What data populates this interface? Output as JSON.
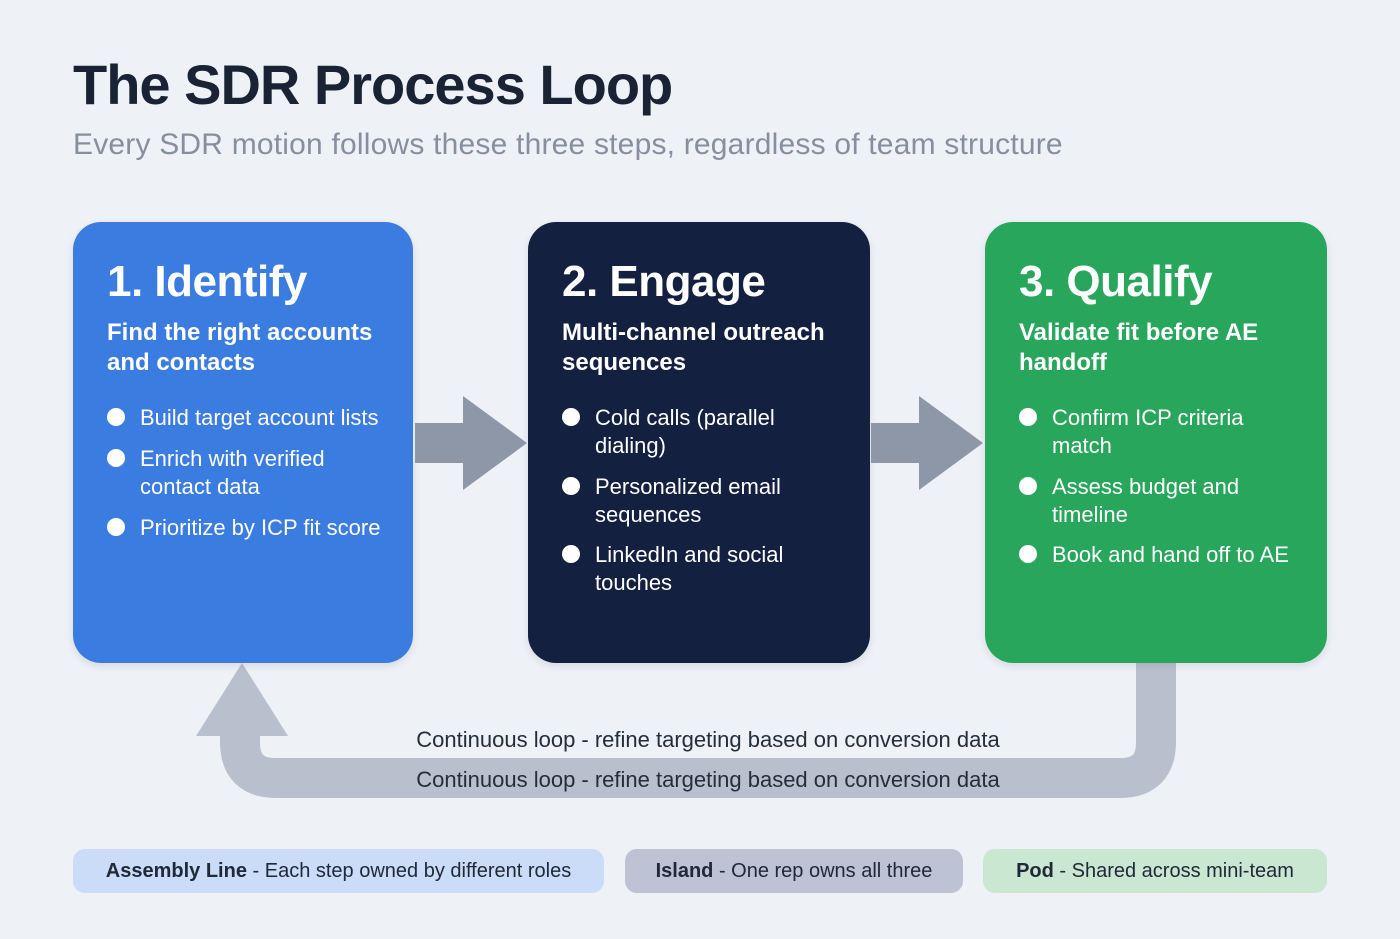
{
  "header": {
    "title": "The SDR Process Loop",
    "subtitle": "Every SDR motion follows these three steps, regardless of team structure"
  },
  "steps": [
    {
      "title": "1. Identify",
      "subtitle": "Find the right accounts and contacts",
      "bullets": [
        "Build target account lists",
        "Enrich with verified contact data",
        "Prioritize by ICP fit score"
      ],
      "color": "#3b7ce1"
    },
    {
      "title": "2. Engage",
      "subtitle": "Multi-channel outreach sequences",
      "bullets": [
        "Cold calls (parallel dialing)",
        "Personalized email sequences",
        "LinkedIn and social touches"
      ],
      "color": "#142040"
    },
    {
      "title": "3. Qualify",
      "subtitle": "Validate fit before AE handoff",
      "bullets": [
        "Confirm ICP criteria match",
        "Assess budget and timeline",
        "Book and hand off to AE"
      ],
      "color": "#27a65c"
    }
  ],
  "flow": {
    "step_arrow_color": "#8d97a8",
    "loop_color": "#b9c0cd",
    "loop_label_above": "Continuous loop - refine targeting based on conversion data",
    "loop_label_on_bar": "Continuous loop - refine targeting based on conversion data"
  },
  "legend": [
    {
      "label": "Assembly Line",
      "description": " - Each step owned by different roles",
      "bg": "#cadcf7"
    },
    {
      "label": "Island",
      "description": " - One rep owns all three",
      "bg": "#bdc2d4"
    },
    {
      "label": "Pod",
      "description": " - Shared across mini-team",
      "bg": "#c9e7d1"
    }
  ]
}
